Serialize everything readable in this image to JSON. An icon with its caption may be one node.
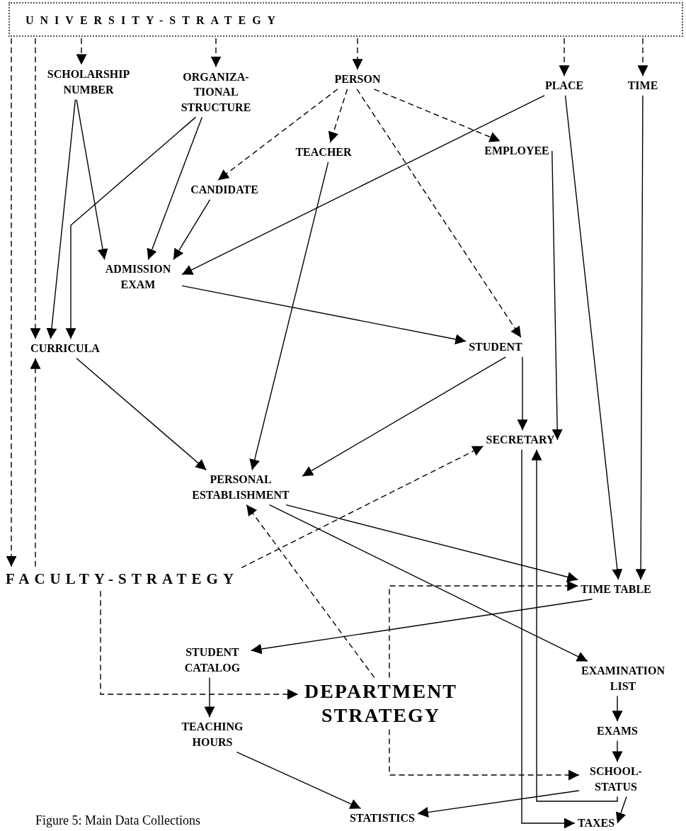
{
  "diagram": {
    "caption": "Figure 5: Main Data Collections",
    "nodes": [
      {
        "text": [
          "UNIVERSITY-STRATEGY"
        ]
      },
      {
        "text": [
          "SCHOLARSHIP NUMBER"
        ]
      },
      {
        "text": [
          "ORGANIZA- TIONAL STRUCTURE"
        ]
      },
      {
        "text": [
          "PERSON"
        ]
      },
      {
        "text": [
          "PLACE"
        ]
      },
      {
        "text": [
          "TIME"
        ]
      },
      {
        "text": [
          "TEACHER"
        ]
      },
      {
        "text": [
          "EMPLOYEE"
        ]
      },
      {
        "text": [
          "CANDIDATE"
        ]
      },
      {
        "text": [
          "ADMISSION EXAM"
        ]
      },
      {
        "text": [
          "CURRICULA"
        ]
      },
      {
        "text": [
          "STUDENT"
        ]
      },
      {
        "text": [
          "SECRETARY"
        ]
      },
      {
        "text": [
          "PERSONAL ESTABLISHMENT"
        ]
      },
      {
        "text": [
          "FACULTY-STRATEGY"
        ]
      },
      {
        "text": [
          "TIME TABLE"
        ]
      },
      {
        "text": [
          "STUDENT CATALOG"
        ]
      },
      {
        "text": [
          "DEPARTMENT STRATEGY"
        ]
      },
      {
        "text": [
          "EXAMINATION LIST"
        ]
      },
      {
        "text": [
          "TEACHING HOURS"
        ]
      },
      {
        "text": [
          "EXAMS"
        ]
      },
      {
        "text": [
          "SCHOOL-STATUS"
        ]
      },
      {
        "text": [
          "STATISTICS"
        ]
      },
      {
        "text": [
          "TAXES"
        ]
      }
    ],
    "edges": [
      {
        "from": 0,
        "to": 1,
        "arrow": "to",
        "style": "dashed"
      },
      {
        "from": 0,
        "to": 2,
        "arrow": "to",
        "style": "dashed"
      },
      {
        "from": 0,
        "to": 3,
        "arrow": "to",
        "style": "dashed"
      },
      {
        "from": 0,
        "to": 4,
        "arrow": "to",
        "style": "dashed"
      },
      {
        "from": 0,
        "to": 5,
        "arrow": "to",
        "style": "dashed"
      },
      {
        "from": 0,
        "to": 14,
        "arrow": "to",
        "style": "dashed"
      },
      {
        "from": 0,
        "to": 10,
        "arrow": "to",
        "style": "dashed"
      },
      {
        "from": 14,
        "to": 10,
        "arrow": "to",
        "style": "dashed"
      },
      {
        "from": 1,
        "to": 9,
        "arrow": "to"
      },
      {
        "from": 1,
        "to": 10,
        "arrow": "to"
      },
      {
        "from": 2,
        "to": 9,
        "arrow": "to"
      },
      {
        "from": 2,
        "to": 10,
        "arrow": "to"
      },
      {
        "from": 3,
        "to": 8,
        "arrow": "to",
        "style": "dashed"
      },
      {
        "from": 3,
        "to": 6,
        "arrow": "to",
        "style": "dashed"
      },
      {
        "from": 3,
        "to": 7,
        "arrow": "to",
        "style": "dashed"
      },
      {
        "from": 3,
        "to": 11,
        "arrow": "to",
        "style": "dashed"
      },
      {
        "from": 8,
        "to": 9,
        "arrow": "to"
      },
      {
        "from": 4,
        "to": 9,
        "arrow": "to"
      },
      {
        "from": 4,
        "to": 15,
        "arrow": "to"
      },
      {
        "from": 5,
        "to": 15,
        "arrow": "to"
      },
      {
        "from": 6,
        "to": 13,
        "arrow": "to"
      },
      {
        "from": 7,
        "to": 12,
        "arrow": "to"
      },
      {
        "from": 9,
        "to": 11,
        "arrow": "to"
      },
      {
        "from": 11,
        "to": 12,
        "arrow": "to"
      },
      {
        "from": 11,
        "to": 13,
        "arrow": "to"
      },
      {
        "from": 10,
        "to": 13,
        "arrow": "to"
      },
      {
        "from": 14,
        "to": 12,
        "arrow": "to",
        "style": "dashed"
      },
      {
        "from": 17,
        "to": 13,
        "arrow": "to",
        "style": "dashed"
      },
      {
        "from": 17,
        "to": 15,
        "arrow": "to",
        "style": "dashed"
      },
      {
        "from": 17,
        "to": 21,
        "arrow": "to",
        "style": "dashed"
      },
      {
        "from": 14,
        "to": 17,
        "arrow": "to",
        "style": "dashed"
      },
      {
        "from": 13,
        "to": 15,
        "arrow": "to"
      },
      {
        "from": 13,
        "to": 18,
        "arrow": "to"
      },
      {
        "from": 15,
        "to": 16,
        "arrow": "to"
      },
      {
        "from": 16,
        "to": 19,
        "arrow": "to"
      },
      {
        "from": 19,
        "to": 22,
        "arrow": "to"
      },
      {
        "from": 21,
        "to": 22,
        "arrow": "to"
      },
      {
        "from": 18,
        "to": 20,
        "arrow": "to"
      },
      {
        "from": 20,
        "to": 21,
        "arrow": "to"
      },
      {
        "from": 21,
        "to": 23,
        "arrow": "to"
      },
      {
        "from": 12,
        "to": 23,
        "arrow": "to"
      },
      {
        "from": 21,
        "to": 12,
        "arrow": "to"
      }
    ]
  }
}
